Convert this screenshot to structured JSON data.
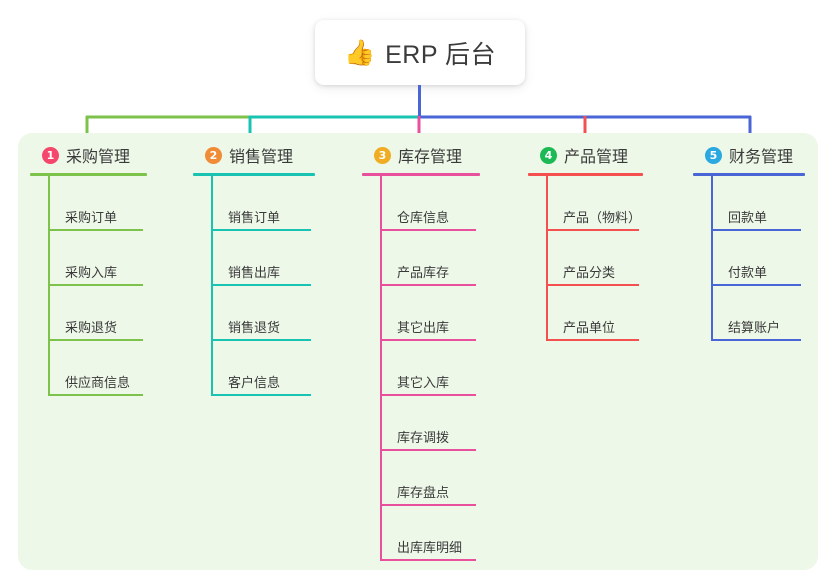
{
  "diagram": {
    "root": {
      "icon": "thumbs-up-icon",
      "emoji": "👍",
      "title": "ERP 后台"
    },
    "panel_color": "#eef8e9",
    "columns": [
      {
        "number": "1",
        "title": "采购管理",
        "badge_color": "#f4476b",
        "line_color": "#7cc24b",
        "items": [
          "采购订单",
          "采购入库",
          "采购退货",
          "供应商信息"
        ]
      },
      {
        "number": "2",
        "title": "销售管理",
        "badge_color": "#f08c36",
        "line_color": "#18c3b2",
        "items": [
          "销售订单",
          "销售出库",
          "销售退货",
          "客户信息"
        ]
      },
      {
        "number": "3",
        "title": "库存管理",
        "badge_color": "#f0ac22",
        "line_color": "#e8509b",
        "items": [
          "仓库信息",
          "产品库存",
          "其它出库",
          "其它入库",
          "库存调拨",
          "库存盘点",
          "出库库明细"
        ]
      },
      {
        "number": "4",
        "title": "产品管理",
        "badge_color": "#1db954",
        "line_color": "#f4504f",
        "items": [
          "产品（物料）",
          "产品分类",
          "产品单位"
        ]
      },
      {
        "number": "5",
        "title": "财务管理",
        "badge_color": "#2aa9e0",
        "line_color": "#4a66d6",
        "items": [
          "回款单",
          "付款单",
          "结算账户"
        ]
      }
    ],
    "connector_colors": {
      "root_stem": "#4a66d6",
      "bus_segment_1": "#7cc24b",
      "bus_segment_2": "#18c3b2",
      "bus_segment_3": "#4a66d6"
    }
  }
}
